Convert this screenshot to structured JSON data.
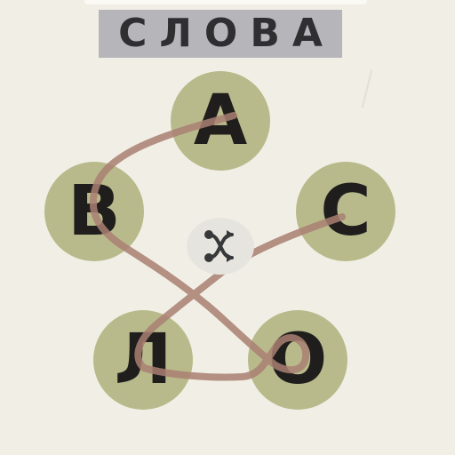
{
  "title": "СЛОВА",
  "letters": {
    "top": "А",
    "left": "В",
    "right": "С",
    "bottom_left": "Л",
    "bottom_right": "О"
  },
  "colors": {
    "background": "#f1efe5",
    "banner": "#b6b6ba",
    "letter_circle": "#b9ba8b",
    "trace_line": "#a97f72",
    "shuffle_button": "#e6e4de",
    "shuffle_icon": "#37383a"
  },
  "icons": {
    "shuffle": "shuffle-icon"
  }
}
